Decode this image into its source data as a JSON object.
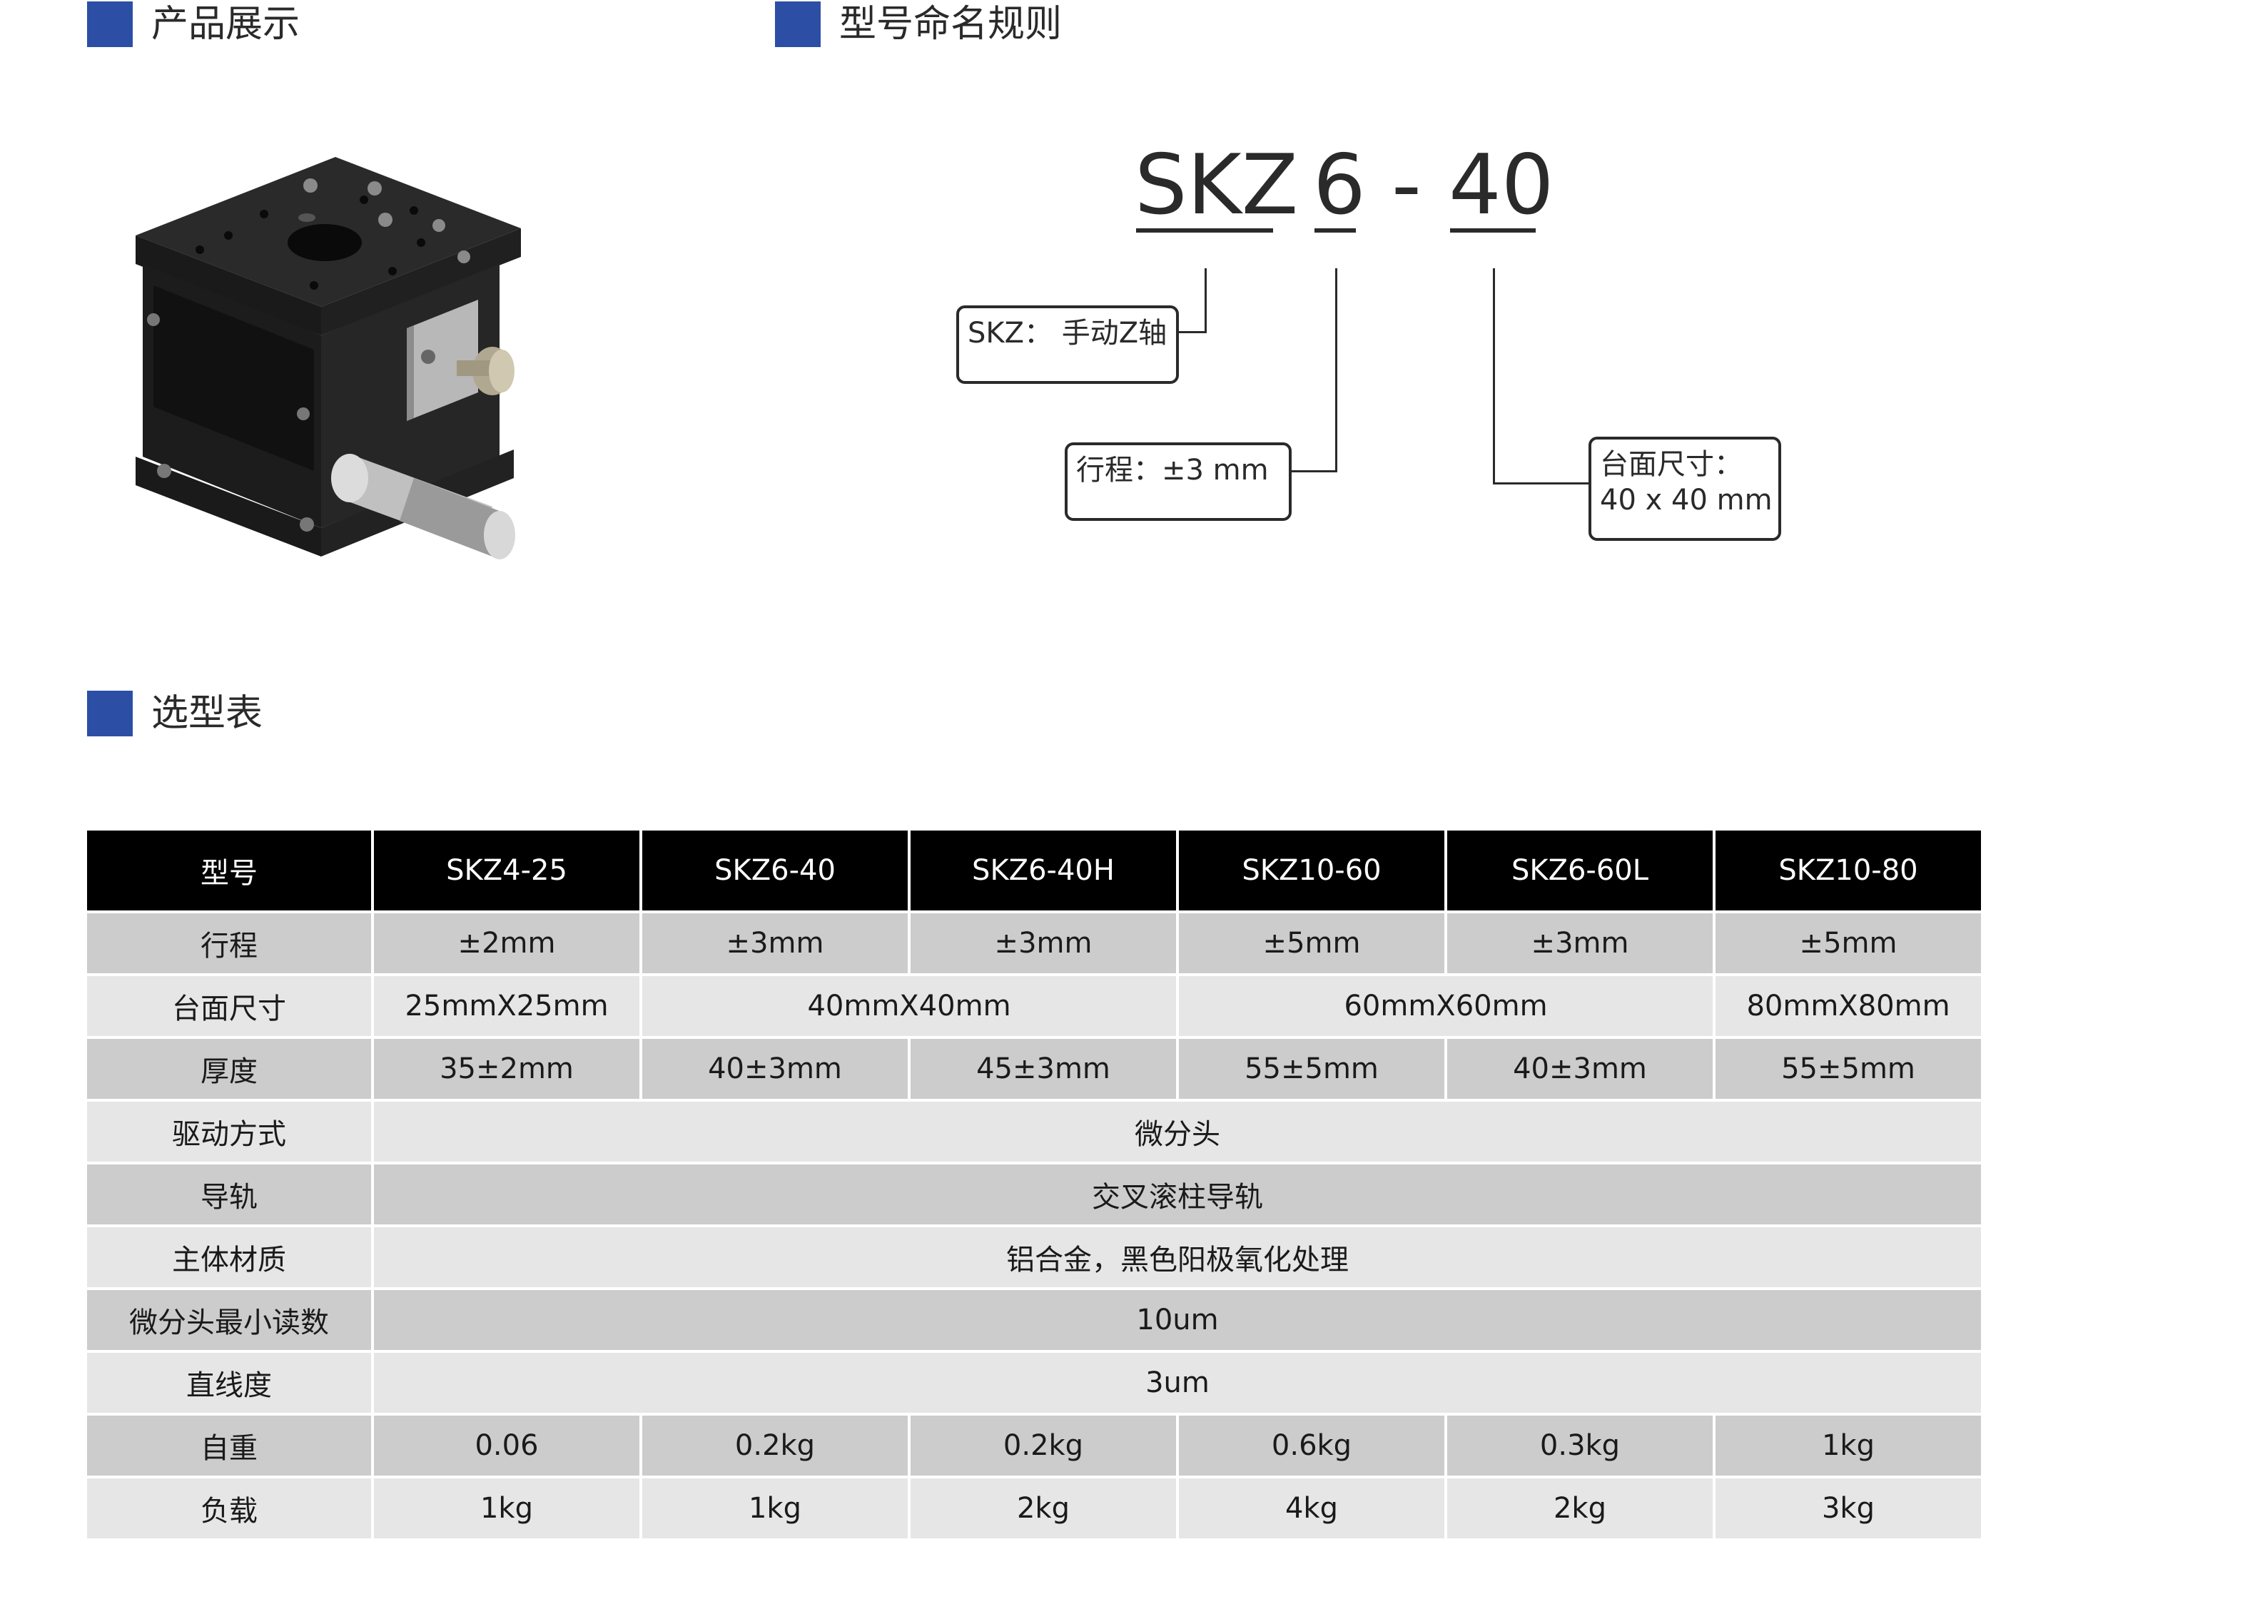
{
  "sections": {
    "product_display": "产品展示",
    "naming_rules": "型号命名规则",
    "selection_table": "选型表"
  },
  "naming": {
    "part1": "SKZ",
    "part2": "6",
    "dash": "-",
    "part3": "40",
    "box1": "SKZ： 手动Z轴",
    "box2": "行程：±3 mm",
    "box3_line1": "台面尺寸：",
    "box3_line2": "40 x 40 mm"
  },
  "table": {
    "header": [
      "型号",
      "SKZ4-25",
      "SKZ6-40",
      "SKZ6-40H",
      "SKZ10-60",
      "SKZ6-60L",
      "SKZ10-80"
    ],
    "stroke": [
      "行程",
      "±2mm",
      "±3mm",
      "±3mm",
      "±5mm",
      "±3mm",
      "±5mm"
    ],
    "table_size": [
      "台面尺寸",
      "25mmX25mm",
      "40mmX40mm",
      "60mmX60mm",
      "80mmX80mm"
    ],
    "thickness": [
      "厚度",
      "35±2mm",
      "40±3mm",
      "45±3mm",
      "55±5mm",
      "40±3mm",
      "55±5mm"
    ],
    "drive": [
      "驱动方式",
      "微分头"
    ],
    "guide": [
      "导轨",
      "交叉滚柱导轨"
    ],
    "material": [
      "主体材质",
      "铝合金，黑色阳极氧化处理"
    ],
    "reading": [
      "微分头最小读数",
      "10um"
    ],
    "straightness": [
      "直线度",
      "3um"
    ],
    "weight": [
      "自重",
      "0.06",
      "0.2kg",
      "0.2kg",
      "0.6kg",
      "0.3kg",
      "1kg"
    ],
    "load": [
      "负载",
      "1kg",
      "1kg",
      "2kg",
      "4kg",
      "2kg",
      "3kg"
    ]
  },
  "colors": {
    "accent": "#2c4fa5",
    "header_bg": "#000000",
    "row_dark": "#cccccc",
    "row_light": "#e6e6e6"
  }
}
